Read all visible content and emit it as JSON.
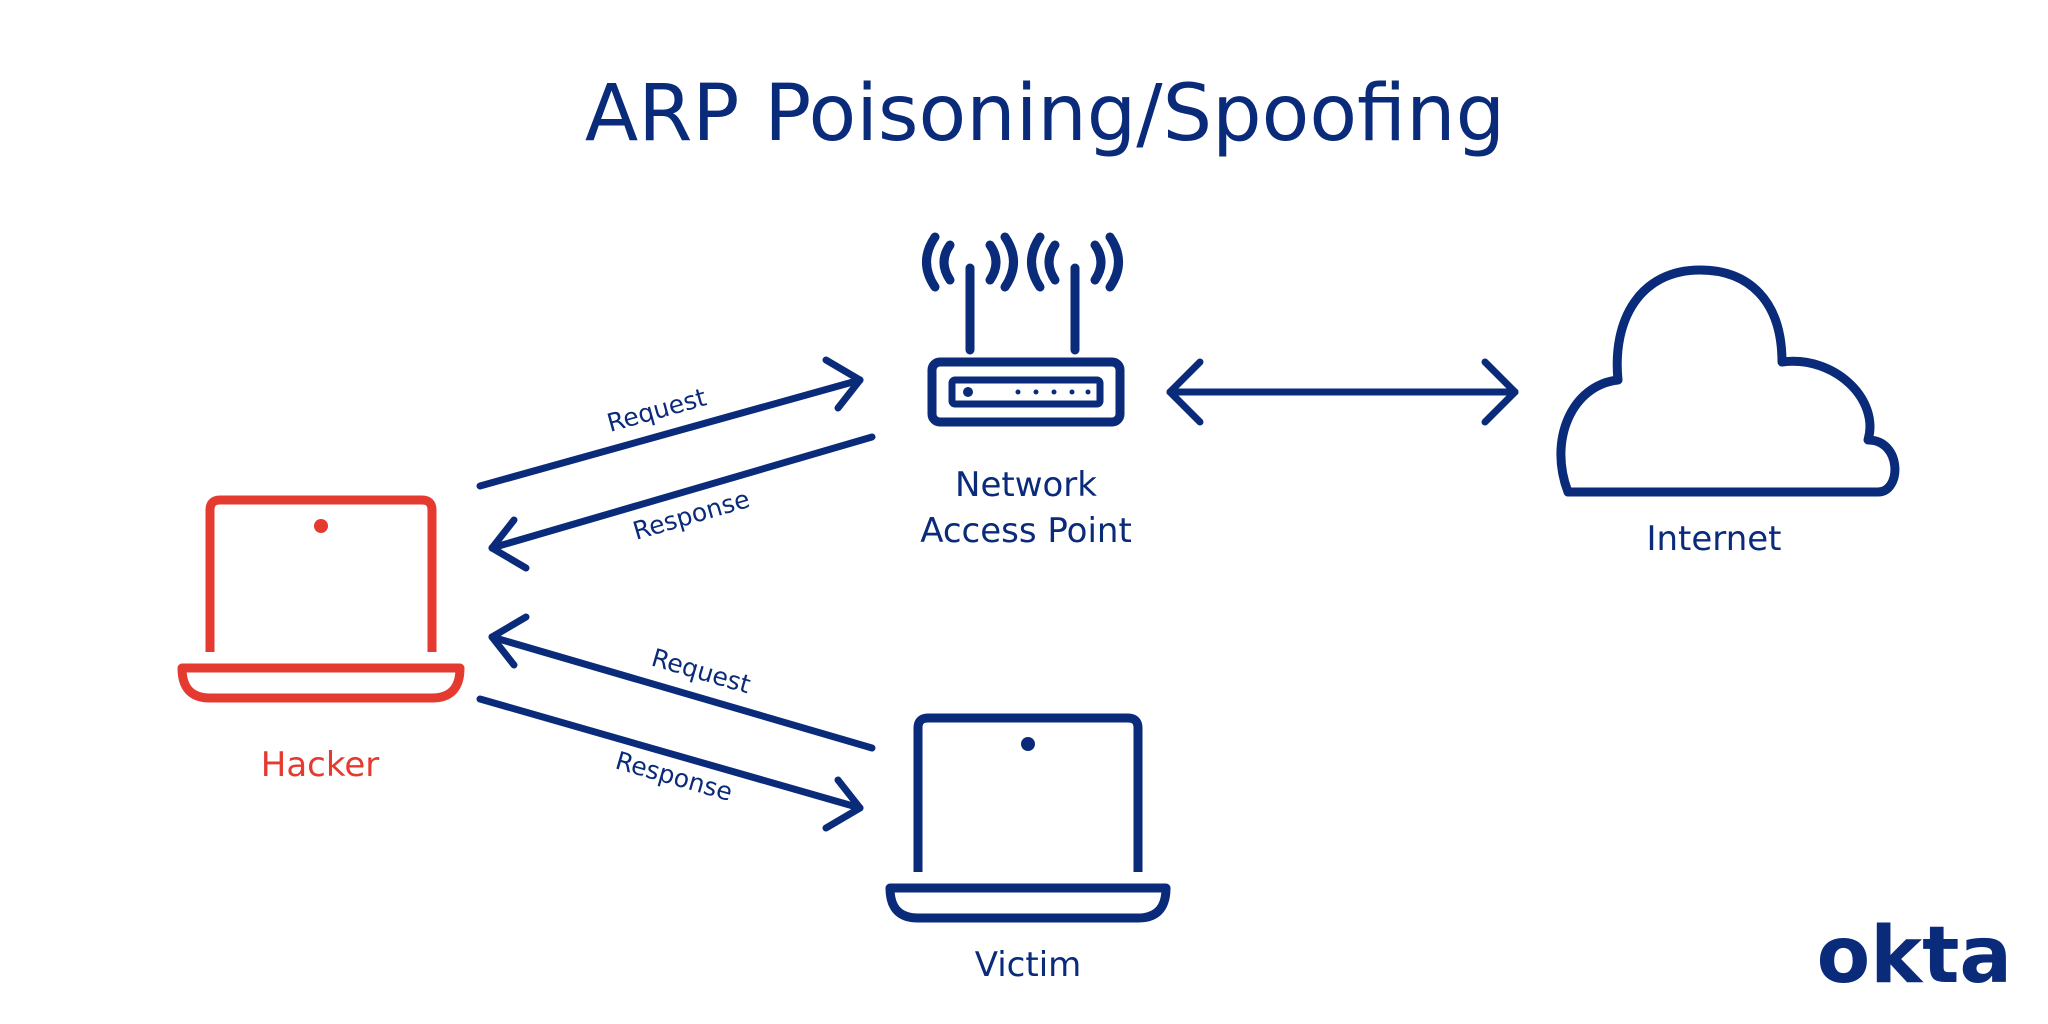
{
  "title": "ARP Poisoning/Spoofing",
  "nodes": {
    "hacker": "Hacker",
    "access_point_line1": "Network",
    "access_point_line2": "Access Point",
    "internet": "Internet",
    "victim": "Victim"
  },
  "edges": {
    "hacker_to_ap_request": "Request",
    "ap_to_hacker_response": "Response",
    "victim_to_hacker_request": "Request",
    "hacker_to_victim_response": "Response"
  },
  "logo": "okta",
  "colors": {
    "primary": "#0a2a7a",
    "hacker": "#e53a2f",
    "background": "#ffffff"
  },
  "icons": {
    "hacker": "laptop-icon",
    "access_point": "router-icon",
    "internet": "cloud-icon",
    "victim": "laptop-icon"
  }
}
